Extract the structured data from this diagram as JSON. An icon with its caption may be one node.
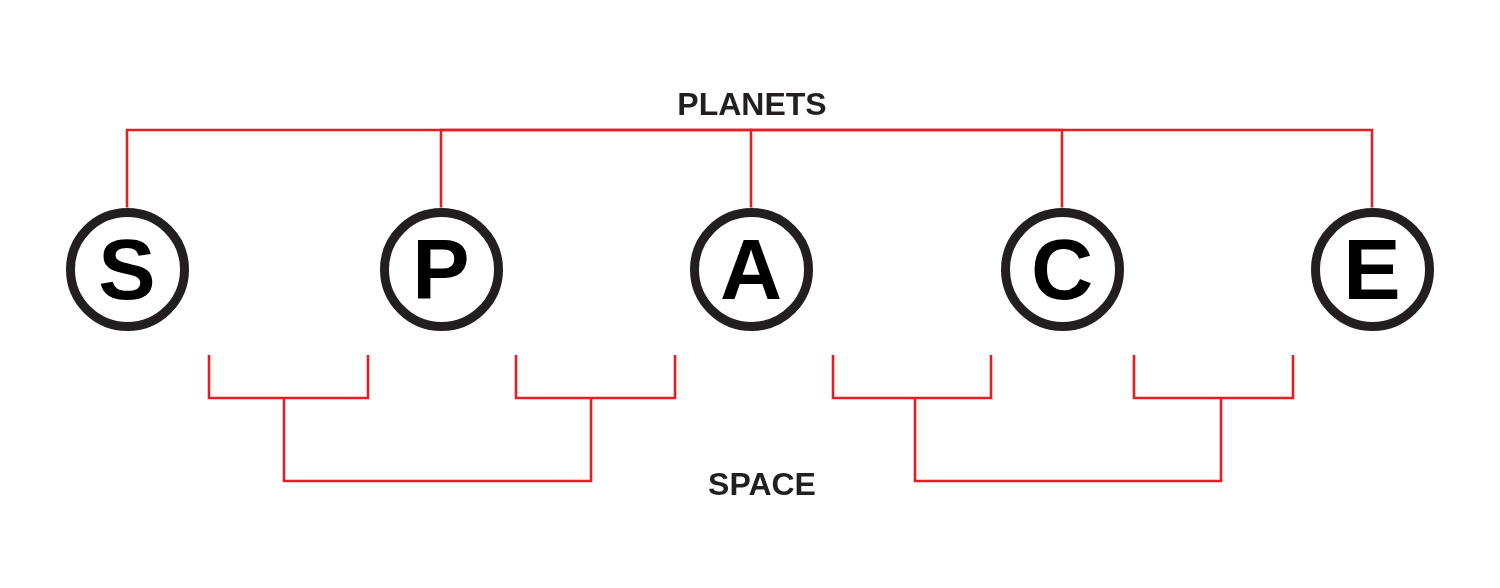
{
  "diagram": {
    "nodes": [
      {
        "text": [
          "PLANETS"
        ]
      },
      {
        "text": [
          "S"
        ]
      },
      {
        "text": [
          "P"
        ]
      },
      {
        "text": [
          "A"
        ]
      },
      {
        "text": [
          "C"
        ]
      },
      {
        "text": [
          "E"
        ]
      }
    ],
    "edges": [
      {
        "from": 0,
        "to": 1,
        "arrow": "none"
      },
      {
        "from": 0,
        "to": 2,
        "arrow": "none"
      },
      {
        "from": 0,
        "to": 3,
        "arrow": "none"
      },
      {
        "from": 0,
        "to": 4,
        "arrow": "none"
      },
      {
        "from": 0,
        "to": 5,
        "arrow": "none"
      }
    ],
    "labels": [
      "SPACE"
    ]
  }
}
